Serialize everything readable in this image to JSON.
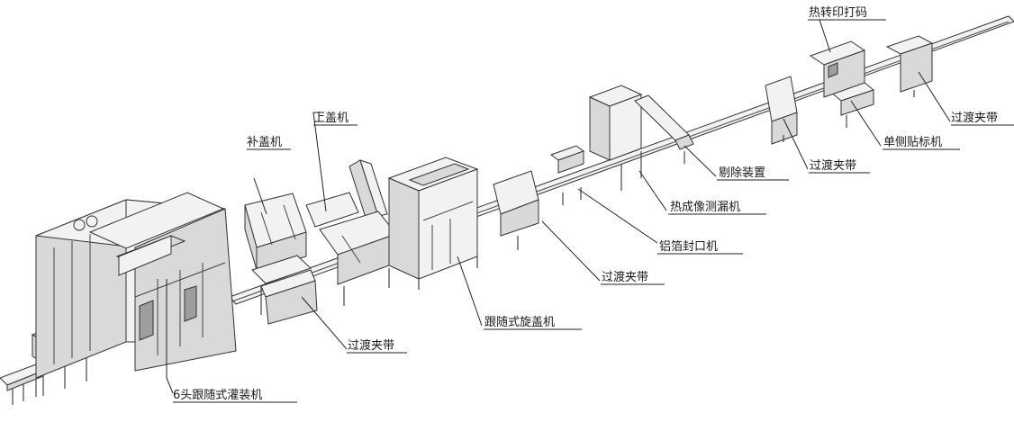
{
  "diagram": {
    "labels": {
      "filler": "6头跟随式灌装机",
      "cap_supplement": "补盖机",
      "cap_loader": "上盖机",
      "transfer_1": "过渡夹带",
      "capper": "跟随式旋盖机",
      "transfer_2": "过渡夹带",
      "foil_sealer": "铝箔封口机",
      "leak_detector": "热成像测漏机",
      "rejector": "剔除装置",
      "transfer_3": "过渡夹带",
      "side_labeler": "单侧贴标机",
      "coder": "热转印打码",
      "transfer_4": "过渡夹带"
    }
  }
}
